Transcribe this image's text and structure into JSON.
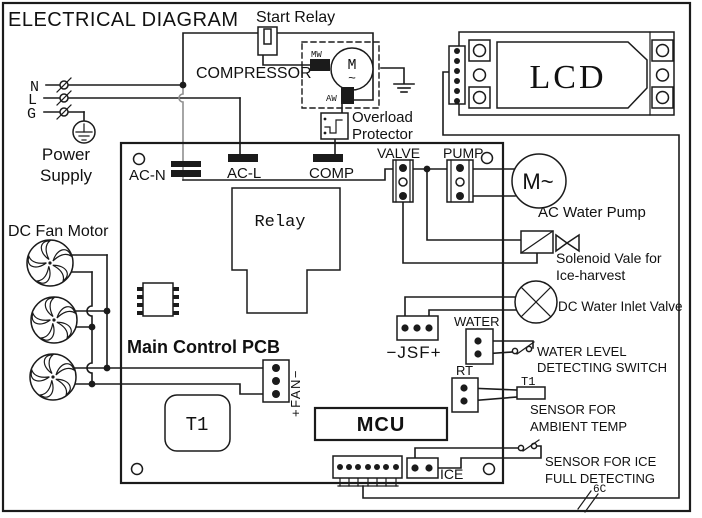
{
  "header": {
    "title": "ELECTRICAL DIAGRAM"
  },
  "power_supply": {
    "n": "N",
    "l": "L",
    "g": "G",
    "label1": "Power",
    "label2": "Supply"
  },
  "compressor": {
    "start_relay": "Start Relay",
    "label": "COMPRESSOR",
    "mw": "MW",
    "aw": "AW",
    "motor": "M",
    "wave": "~",
    "overload1": "Overload",
    "overload2": "Protector"
  },
  "lcd": {
    "label": "LCD"
  },
  "pcb": {
    "label": "Main Control PCB",
    "relay": "Relay",
    "mcu": "MCU",
    "t1": "T1",
    "ac_n": "AC-N",
    "ac_l": "AC-L",
    "comp": "COMP",
    "valve": "VALVE",
    "pump": "PUMP",
    "fan": "+FAN−",
    "jsf": "−JSF+",
    "water": "WATER",
    "rt": "RT",
    "ice": "ICE"
  },
  "fans": {
    "label": "DC Fan Motor"
  },
  "peripherals": {
    "pump_motor": "M~",
    "ac_water_pump": "AC Water Pump",
    "solenoid1": "Solenoid Vale for",
    "solenoid2": "Ice-harvest",
    "dc_valve": "DC Water Inlet Valve",
    "water_switch1": "WATER LEVEL",
    "water_switch2": "DETECTING SWITCH",
    "t1_sensor": "T1",
    "ambient1": "SENSOR FOR",
    "ambient2": "AMBIENT TEMP",
    "ice_sensor1": "SENSOR FOR ICE",
    "ice_sensor2": "FULL DETECTING",
    "cable": "6C"
  },
  "colors": {
    "ink": "#1b1b1b",
    "neutral_wire": "#8f8f8f",
    "background": "#ffffff"
  }
}
